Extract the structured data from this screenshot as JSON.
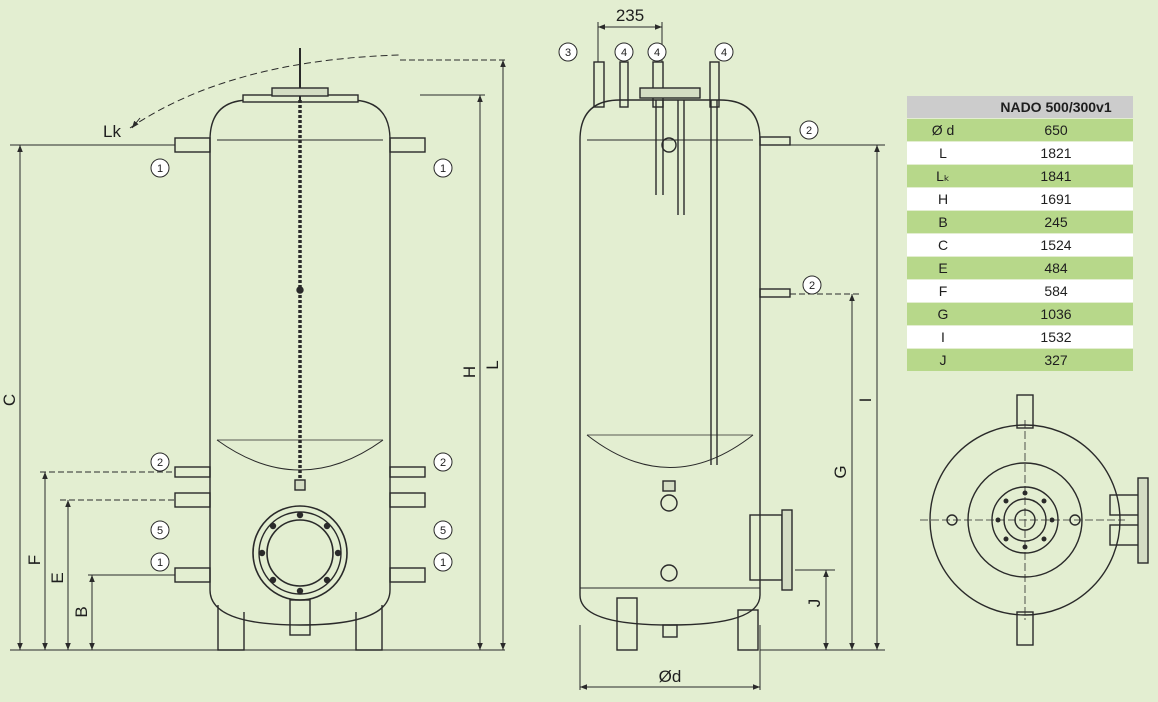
{
  "table": {
    "header": [
      "",
      "NADO 500/300v1"
    ],
    "rows": [
      {
        "label": "Ø d",
        "value": "650"
      },
      {
        "label": "L",
        "value": "1821"
      },
      {
        "label": "Lₖ",
        "value": "1841"
      },
      {
        "label": "H",
        "value": "1691"
      },
      {
        "label": "B",
        "value": "245"
      },
      {
        "label": "C",
        "value": "1524"
      },
      {
        "label": "E",
        "value": "484"
      },
      {
        "label": "F",
        "value": "584"
      },
      {
        "label": "G",
        "value": "1036"
      },
      {
        "label": "I",
        "value": "1532"
      },
      {
        "label": "J",
        "value": "327"
      }
    ]
  },
  "labels": {
    "width_235": "235",
    "lk": "Lk",
    "c": "C",
    "f": "F",
    "e": "E",
    "b": "B",
    "h": "H",
    "l": "L",
    "i": "I",
    "g": "G",
    "j": "J",
    "od": "Ød"
  },
  "callouts": {
    "n1": "1",
    "n2": "2",
    "n3": "3",
    "n4": "4",
    "n5": "5"
  },
  "colors": {
    "background": "#e3eed1",
    "line": "#2a2a2a",
    "table_green": "#b7d88a",
    "table_header": "#cccccc"
  }
}
